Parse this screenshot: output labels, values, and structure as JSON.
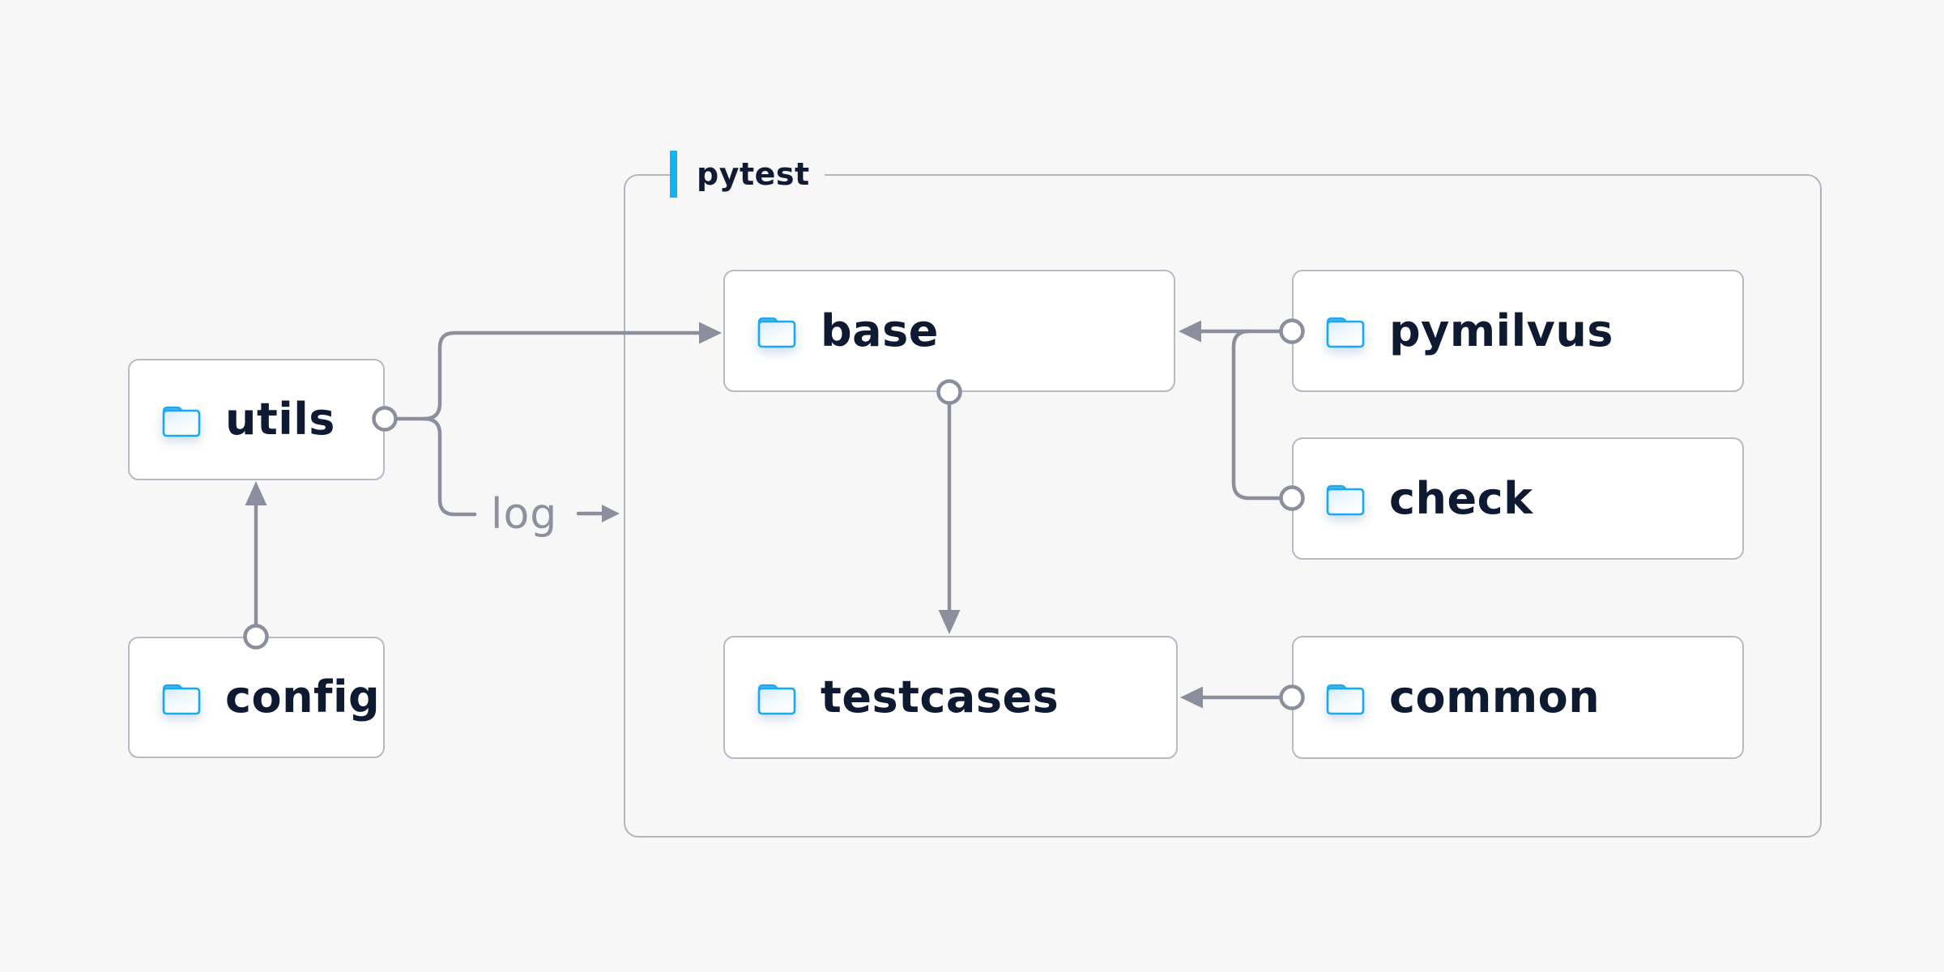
{
  "diagram": {
    "container": {
      "label": "pytest"
    },
    "nodes": [
      {
        "id": "utils",
        "label": "utils",
        "icon": "folder-icon"
      },
      {
        "id": "config",
        "label": "config",
        "icon": "folder-icon"
      },
      {
        "id": "base",
        "label": "base",
        "icon": "folder-icon"
      },
      {
        "id": "pymilvus",
        "label": "pymilvus",
        "icon": "folder-icon"
      },
      {
        "id": "check",
        "label": "check",
        "icon": "folder-icon"
      },
      {
        "id": "testcases",
        "label": "testcases",
        "icon": "folder-icon"
      },
      {
        "id": "common",
        "label": "common",
        "icon": "folder-icon"
      }
    ],
    "edges": [
      {
        "from": "config",
        "to": "utils",
        "style": "arrow-with-dot"
      },
      {
        "from": "utils",
        "to": "base",
        "style": "arrow-with-dot"
      },
      {
        "from": "utils",
        "to": "pytest",
        "label": "log",
        "style": "labeled-arrow"
      },
      {
        "from": "pymilvus",
        "to": "base",
        "style": "arrow-with-dot"
      },
      {
        "from": "check",
        "to": "base",
        "style": "arrow-with-dot"
      },
      {
        "from": "base",
        "to": "testcases",
        "style": "arrow-with-dot"
      },
      {
        "from": "common",
        "to": "testcases",
        "style": "arrow-with-dot"
      }
    ],
    "colors": {
      "background": "#f7f7f8",
      "node_fill": "#ffffff",
      "node_border": "#b7b9c5",
      "container_border": "#b2b4c2",
      "connector": "#8b8e9c",
      "node_text": "#0e1a31",
      "muted_text": "#8d909e",
      "accent_bar": "#12b3f5",
      "folder_stroke": "#18a9f0",
      "folder_tab": "#5bb3e4"
    }
  }
}
